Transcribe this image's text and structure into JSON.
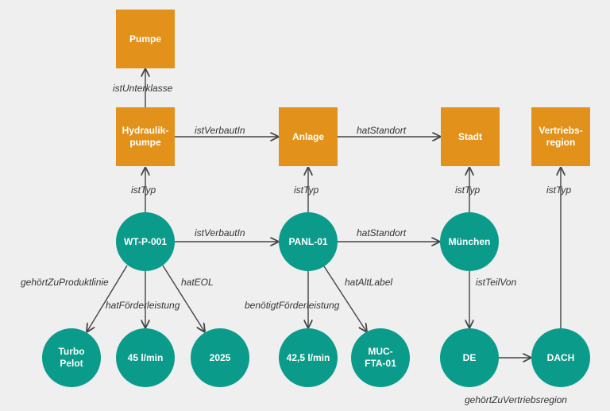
{
  "colors": {
    "class_node": "#e2921b",
    "instance_node": "#0b9b8a",
    "edge": "#444444",
    "background": "#efefef"
  },
  "class_nodes": {
    "pumpe": "Pumpe",
    "hydraulikpumpe": "Hydraulik-\npumpe",
    "anlage": "Anlage",
    "stadt": "Stadt",
    "vertriebsregion": "Vertriebs-\nregion"
  },
  "instance_nodes": {
    "wt_p_001": "WT-P-001",
    "panl_01": "PANL-01",
    "muenchen": "München",
    "turbo_pelot": "Turbo\nPelot",
    "flow_45": "45 l/min",
    "year_2025": "2025",
    "flow_42_5": "42,5 l/min",
    "muc_fta_01": "MUC-\nFTA-01",
    "de": "DE",
    "dach": "DACH"
  },
  "edge_labels": {
    "ist_unterklasse": "istUnterklasse",
    "ist_verbaut_in_class": "istVerbautIn",
    "hat_standort_class": "hatStandort",
    "ist_typ_hydraulik": "istTyp",
    "ist_typ_anlage": "istTyp",
    "ist_typ_stadt": "istTyp",
    "ist_typ_region": "istTyp",
    "ist_verbaut_in_inst": "istVerbautIn",
    "hat_standort_inst": "hatStandort",
    "gehoert_zu_produktlinie": "gehörtZuProduktlinie",
    "hat_foerderleistung": "hatFörderleistung",
    "hat_eol": "hatEOL",
    "benoetigt_foerderleistung": "benötigtFörderleistung",
    "hat_alt_label": "hatAltLabel",
    "ist_teil_von": "istTeilVon",
    "gehoert_zu_vertriebsregion": "gehörtZuVertriebsregion"
  }
}
